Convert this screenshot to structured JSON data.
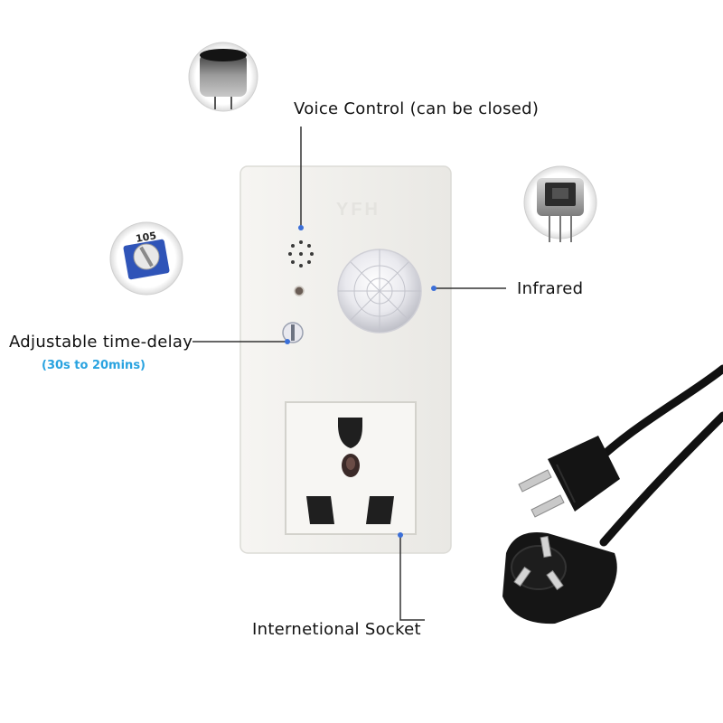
{
  "labels": {
    "voice_control": "Voice Control  (can be closed)",
    "infrared": "Infrared",
    "time_delay": "Adjustable time-delay",
    "time_delay_range": "(30s to 20mins)",
    "socket": "Internetional Socket"
  },
  "device": {
    "brand": "YFH"
  },
  "potentiometer_marking": "105",
  "colors": {
    "device_body": "#f2f1ee",
    "leader_line": "#333333",
    "leader_dot": "#3b6fd8",
    "accent_text": "#2aa3e0",
    "cable": "#111111"
  }
}
